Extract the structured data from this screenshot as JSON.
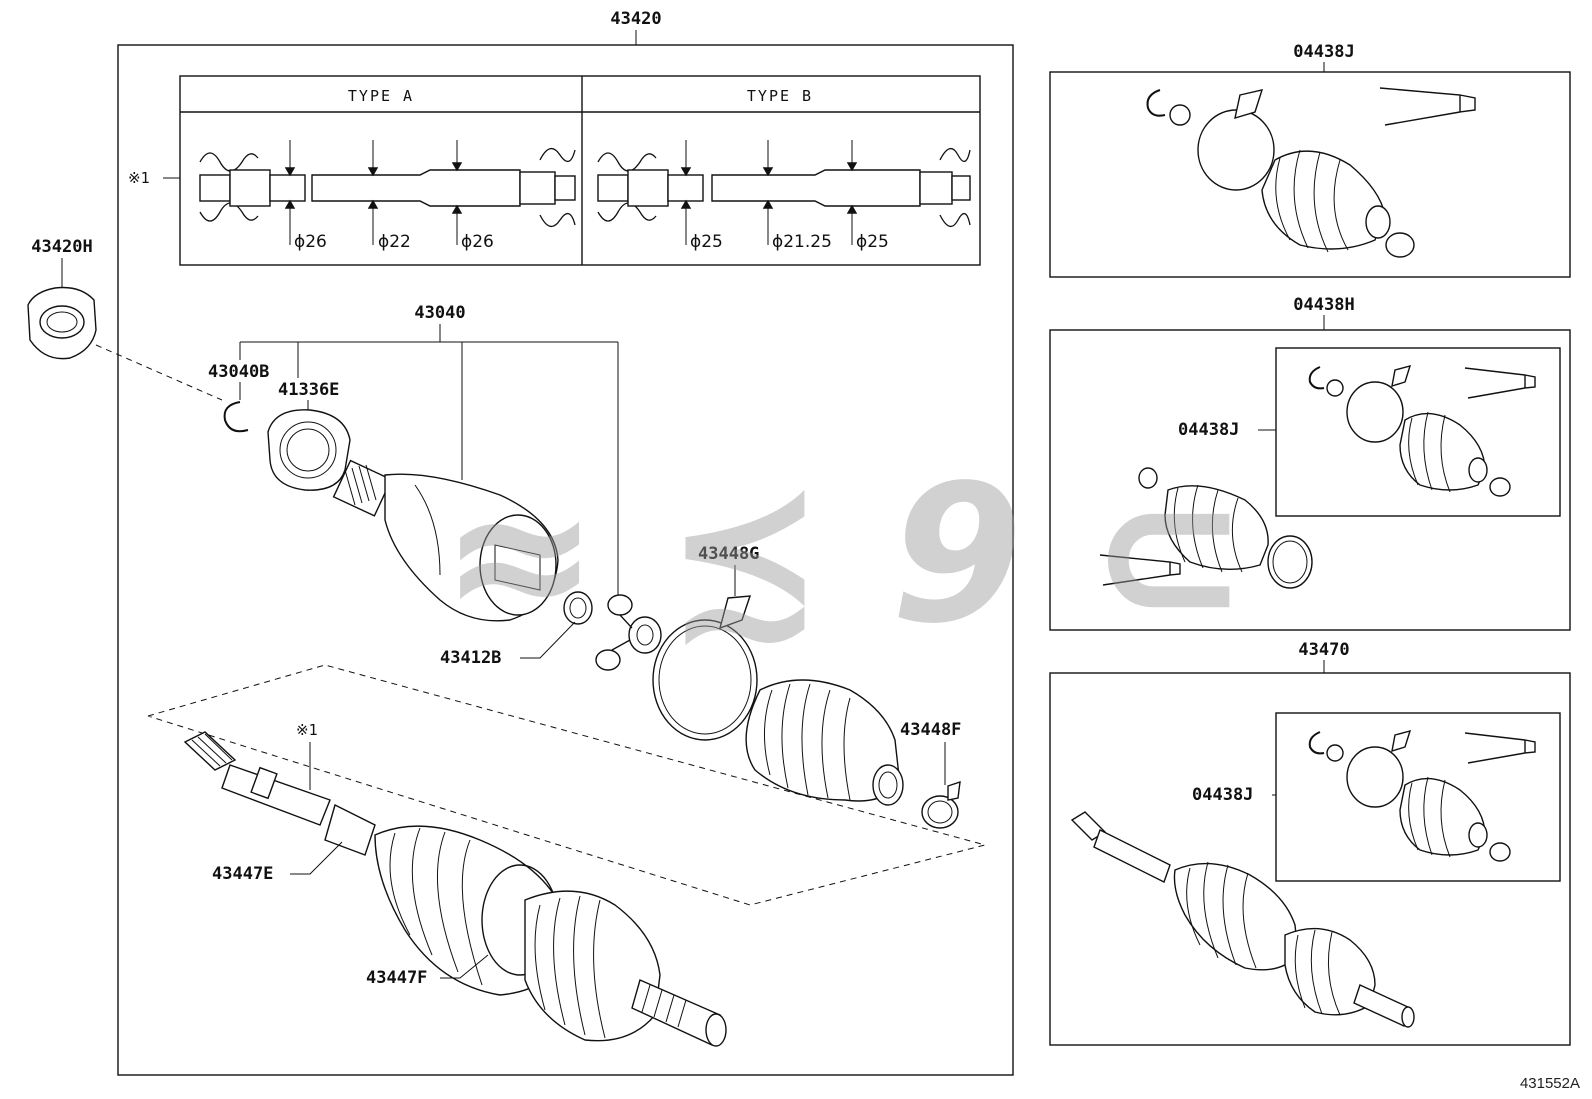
{
  "labels": {
    "main_assembly": "43420",
    "bearing": "43420H",
    "outer_joint": "43040",
    "snap_ring": "43040B",
    "seal": "41336E",
    "spider_ring": "43412B",
    "band_large": "43448G",
    "band_small": "43448F",
    "inner_joint_clip": "43447E",
    "inner_joint": "43447F",
    "shaft_note": "※1",
    "shaft_note_side": "※1",
    "boot_kit_top": "04438J",
    "boot_kit_mid": "04438H",
    "boot_kit_mid_inner": "04438J",
    "shaft_assembly_right": "43470",
    "boot_kit_bottom_inner": "04438J",
    "diagram_ref": "431552A"
  },
  "type_table": {
    "type_a": {
      "title": "TYPE A",
      "d1": "ϕ26",
      "d2": "ϕ22",
      "d3": "ϕ26"
    },
    "type_b": {
      "title": "TYPE B",
      "d1": "ϕ25",
      "d2": "ϕ21.25",
      "d3": "ϕ25"
    }
  }
}
